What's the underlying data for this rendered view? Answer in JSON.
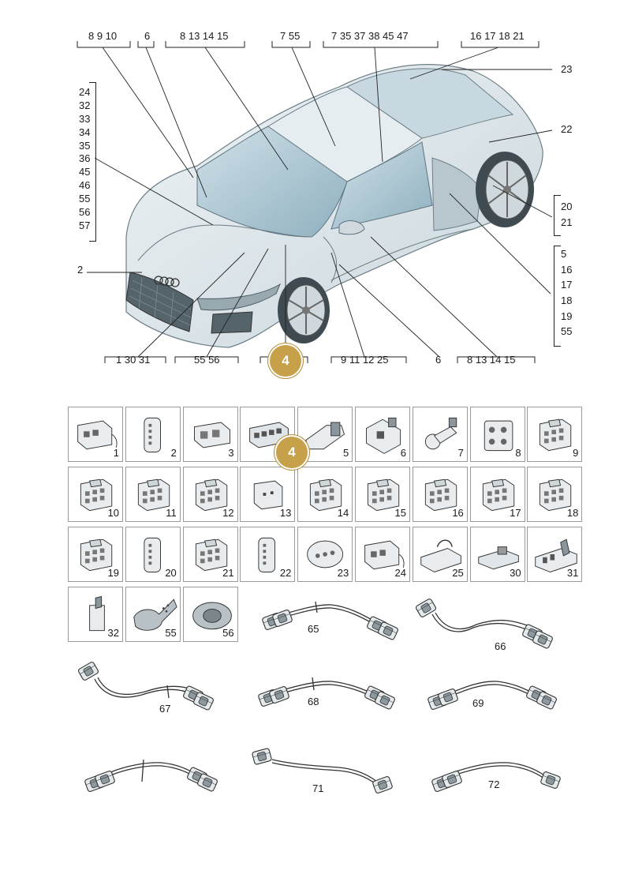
{
  "top_labels": {
    "group1": "8  9  10",
    "group2": "6",
    "group3": "8  13  14  15",
    "group4": "7  55",
    "group5": "7  35  37  38  45  47",
    "group6": "16  17  18  21",
    "right_23": "23",
    "right_22": "22",
    "left_2": "2"
  },
  "left_list": [
    "24",
    "32",
    "33",
    "34",
    "35",
    "36",
    "45",
    "46",
    "55",
    "56",
    "57"
  ],
  "right_list_a": [
    "20",
    "21"
  ],
  "right_list_b": [
    "5",
    "16",
    "17",
    "18",
    "19",
    "55"
  ],
  "bottom_labels": {
    "group1": "1  30  31",
    "group2": "55  56",
    "group3": "9  11  12  25",
    "group4": "6",
    "group5": "8  13  14  15"
  },
  "callouts": {
    "car": "4",
    "grid": "4"
  },
  "grid_cells": [
    "1",
    "2",
    "3",
    "",
    "5",
    "6",
    "7",
    "8",
    "9",
    "10",
    "11",
    "12",
    "13",
    "14",
    "15",
    "16",
    "17",
    "18",
    "19",
    "20",
    "21",
    "22",
    "23",
    "24",
    "25",
    "30",
    "31",
    "32",
    "55",
    "56"
  ],
  "cables": {
    "c65": "65",
    "c66": "66",
    "c67": "67",
    "c68": "68",
    "c69": "69",
    "c71": "71",
    "c72": "72"
  },
  "colors": {
    "callout": "#c7a14a",
    "car_body": "#dfe8ec",
    "glass": "#a9c6d3"
  }
}
